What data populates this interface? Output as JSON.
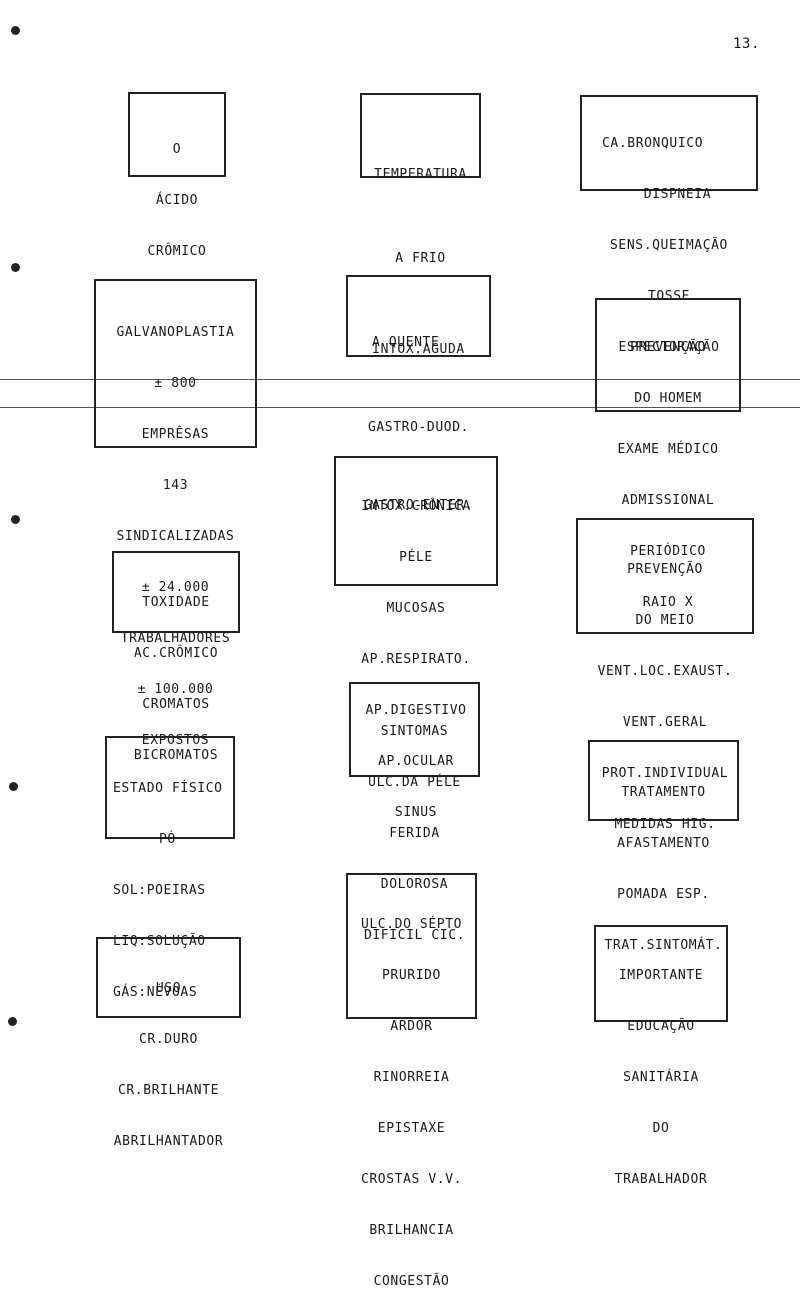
{
  "page_number": "13.",
  "boxes": {
    "acido": [
      "O",
      "ÁCIDO",
      "CRÔMICO"
    ],
    "temperatura": [
      "TEMPERATURA",
      "A FRIO",
      "A QUENTE"
    ],
    "bronquico": [
      "CA.BRONQUICO",
      "  DISPNEIA",
      "SENS.QUEIMAÇÃO",
      "TOSSE",
      "ESPECTORAÇÃO"
    ],
    "galvano": [
      "GALVANOPLASTIA",
      "± 800",
      "EMPRÊSAS",
      "143",
      "SINDICALIZADAS",
      "± 24.000",
      "TRABALHADORES",
      "± 100.000",
      "EXPOSTOS"
    ],
    "aguda": [
      "INTOX.AGUDA",
      "GASTRO-DUOD.",
      "GASTRO-ENTER."
    ],
    "prevencao_homem": [
      "PREVENÇÃO",
      "DO HOMEM",
      "EXAME MÉDICO",
      "ADMISSIONAL",
      "PERIÓDICO",
      "RAIO X"
    ],
    "cronica": [
      "INTOX.CRÔNICA",
      "PÉLE",
      "MUCOSAS",
      "AP.RESPIRATO.",
      "AP.DIGESTIVO",
      "AP.OCULAR",
      "SINUS"
    ],
    "prevencao_meio": [
      "PREVENÇÃO",
      "DO MEIO",
      "VENT.LOC.EXAUST.",
      "VENT.GERAL",
      "PROT.INDIVIDUAL",
      "MEDIDAS HIG."
    ],
    "toxidade": [
      "TOXIDADE",
      "AC.CRÔMICO",
      "CROMATOS",
      "BICROMATOS"
    ],
    "sintomas": [
      "SINTOMAS",
      "ULC.DA PÉLE",
      "FERIDA",
      "DOLOROSA",
      "DIFICIL CIC."
    ],
    "estado": [
      "ESTADO FÍSICO",
      "PÓ",
      "SOL:POEIRAS",
      "LIQ:SOLUÇÃO",
      "GÁS:NÉVOAS"
    ],
    "tratamento": [
      "TRATAMENTO",
      "AFASTAMENTO",
      "POMADA ESP.",
      "TRAT.SINTOMÁT."
    ],
    "septo": [
      "ULC.DO SÉPTO",
      "PRURIDO",
      "ARDOR",
      "RINORREIA",
      "EPISTAXE",
      "CROSTAS V.V.",
      "BRILHANCIA",
      "CONGESTÃO"
    ],
    "uso": [
      "USO",
      "CR.DURO",
      "CR.BRILHANTE",
      "ABRILHANTADOR"
    ],
    "importante": [
      "IMPORTANTE",
      "EDUCAÇÃO",
      "SANITÁRIA",
      "DO",
      "TRABALHADOR"
    ]
  }
}
